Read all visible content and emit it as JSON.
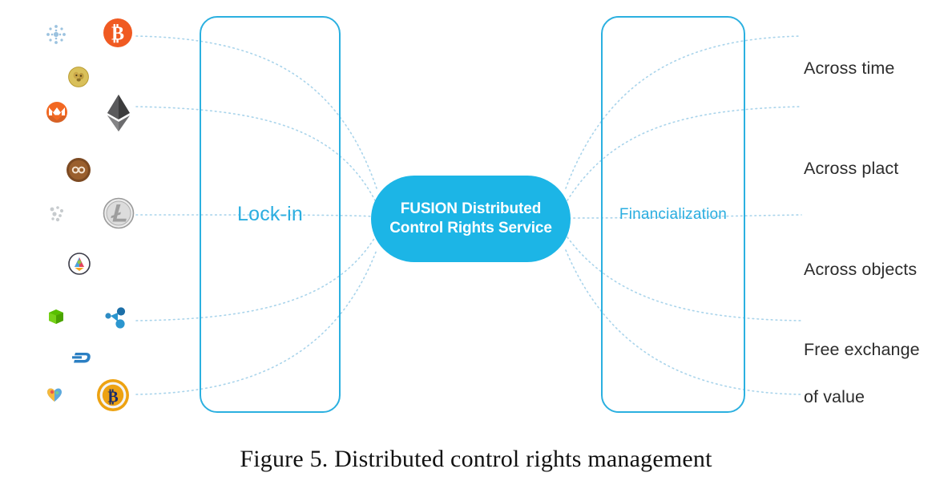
{
  "figure": {
    "caption": "Figure 5.  Distributed control rights management",
    "accent_color": "#1CB5E6",
    "border_color": "#2BB0E0",
    "label_color": "#2BAEE0",
    "connector_color": "#9ECFEA",
    "background": "#ffffff"
  },
  "center_node": {
    "line1": "FUSION Distributed",
    "line2": "Control Rights Service",
    "text_color": "#ffffff",
    "fill": "#1CB5E6"
  },
  "pillars": [
    {
      "id": "lock-in",
      "label": "Lock-in"
    },
    {
      "id": "financialization",
      "label": "Financialization"
    }
  ],
  "outcomes": [
    {
      "label": "Across time"
    },
    {
      "label": "Across plact"
    },
    {
      "label": "Across objects"
    },
    {
      "label": "Free exchange"
    },
    {
      "label": "of value"
    }
  ],
  "coins": [
    {
      "name": "cardano-icon",
      "symbol": "ADA",
      "color": "#7FA8D4"
    },
    {
      "name": "bitcoin-icon",
      "symbol": "BTC",
      "color": "#F05A22"
    },
    {
      "name": "dogecoin-icon",
      "symbol": "DOGE",
      "color": "#D4B94E"
    },
    {
      "name": "monero-icon",
      "symbol": "XMR",
      "color": "#F26822"
    },
    {
      "name": "ethereum-icon",
      "symbol": "ETH",
      "color": "#4A4A4A"
    },
    {
      "name": "bytecoin-icon",
      "symbol": "BCN",
      "color": "#7A4A22"
    },
    {
      "name": "iota-icon",
      "symbol": "IOTA",
      "color": "#BFC4C8"
    },
    {
      "name": "litecoin-icon",
      "symbol": "LTC",
      "color": "#A6A9AA"
    },
    {
      "name": "bat-icon",
      "symbol": "BAT",
      "color": "#3B3B47"
    },
    {
      "name": "neo-icon",
      "symbol": "NEO",
      "color": "#58BF00"
    },
    {
      "name": "ripple-icon",
      "symbol": "XRP",
      "color": "#1C7FBF"
    },
    {
      "name": "dash-icon",
      "symbol": "DASH",
      "color": "#1C75BC"
    },
    {
      "name": "qtum-icon",
      "symbol": "QTUM",
      "color": "#5DA9DD"
    },
    {
      "name": "bitcoin-gold-icon",
      "symbol": "BTG",
      "color": "#EDA211"
    }
  ]
}
